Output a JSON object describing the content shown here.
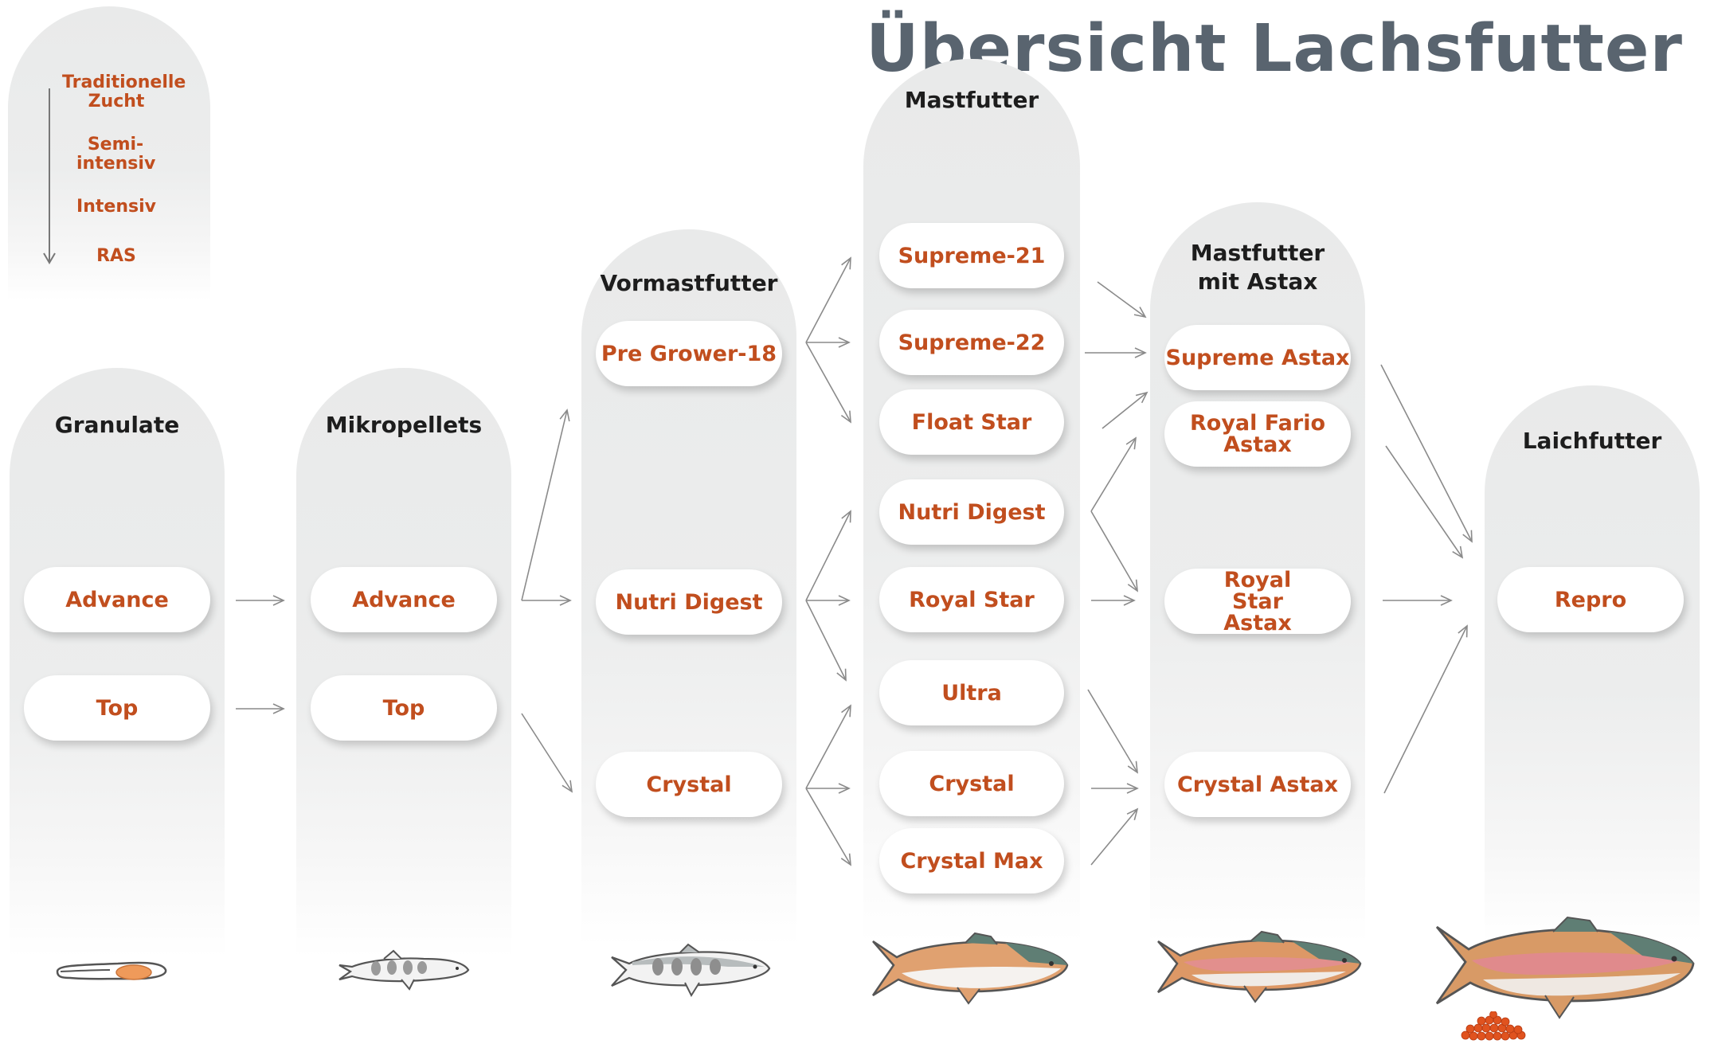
{
  "title": "Übersicht Lachsfutter",
  "legend": {
    "items": [
      "Traditionelle Zucht",
      "Semi-intensiv",
      "Intensiv",
      "RAS"
    ]
  },
  "columns": {
    "granulate": {
      "title": "Granulate",
      "items": [
        "Advance",
        "Top"
      ]
    },
    "mikropellets": {
      "title": "Mikropellets",
      "items": [
        "Advance",
        "Top"
      ]
    },
    "vormastfutter": {
      "title": "Vormastfutter",
      "items": [
        "Pre Grower-18",
        "Nutri Digest",
        "Crystal"
      ]
    },
    "mastfutter": {
      "title": "Mastfutter",
      "items": [
        "Supreme-21",
        "Supreme-22",
        "Float Star",
        "Nutri Digest",
        "Royal Star",
        "Ultra",
        "Crystal",
        "Crystal Max"
      ]
    },
    "mastfutter_astax": {
      "title": "Mastfutter mit Astax",
      "items": [
        "Supreme Astax",
        "Royal Fario Astax",
        "Royal Star Astax",
        "Crystal Astax"
      ]
    },
    "laichfutter": {
      "title": "Laichfutter",
      "items": [
        "Repro"
      ]
    }
  },
  "colors": {
    "accent": "#c14e1e",
    "title": "#59646f",
    "column_bg": "#e9eaea",
    "arrow": "#8a8a8a"
  },
  "icons": [
    "larva-icon",
    "fry-icon",
    "parr-icon",
    "grower-trout-icon",
    "astax-trout-icon",
    "spawning-trout-icon",
    "roe-icon"
  ]
}
